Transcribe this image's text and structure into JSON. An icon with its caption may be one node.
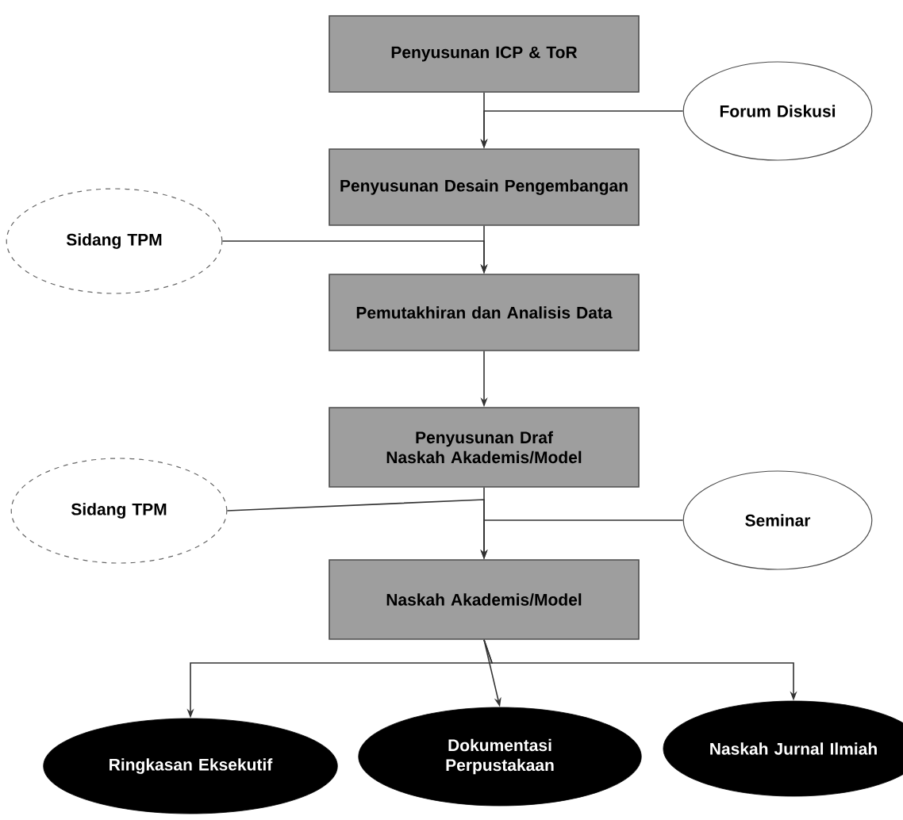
{
  "diagram": {
    "nodes": [
      {
        "text": [
          "Penyusunan ICP & ToR"
        ]
      },
      {
        "text": [
          "Forum Diskusi"
        ]
      },
      {
        "text": [
          "Penyusunan Desain Pengembangan"
        ]
      },
      {
        "text": [
          "Sidang TPM"
        ]
      },
      {
        "text": [
          "Pemutakhiran dan Analisis Data"
        ]
      },
      {
        "text": [
          "Penyusunan Draf Naskah Akademis/Model"
        ]
      },
      {
        "text": [
          "Sidang TPM"
        ]
      },
      {
        "text": [
          "Seminar"
        ]
      },
      {
        "text": [
          "Naskah Akademis/Model"
        ]
      },
      {
        "text": [
          "Ringkasan Eksekutif"
        ]
      },
      {
        "text": [
          "Dokumentasi Perpustakaan"
        ]
      },
      {
        "text": [
          "Naskah Jurnal Ilmiah"
        ]
      }
    ],
    "edges": [
      {
        "from": 0,
        "to": 2,
        "arrow": "to"
      },
      {
        "from": 1,
        "to": 2,
        "arrow": "to"
      },
      {
        "from": 2,
        "to": 4,
        "arrow": "to"
      },
      {
        "from": 3,
        "to": 4,
        "arrow": "to"
      },
      {
        "from": 4,
        "to": 5,
        "arrow": "to"
      },
      {
        "from": 5,
        "to": 8,
        "arrow": "to"
      },
      {
        "from": 6,
        "to": 8,
        "arrow": "to"
      },
      {
        "from": 7,
        "to": 8,
        "arrow": "to"
      },
      {
        "from": 8,
        "to": 9,
        "arrow": "to"
      },
      {
        "from": 8,
        "to": 10,
        "arrow": "to"
      },
      {
        "from": 8,
        "to": 11,
        "arrow": "to"
      }
    ]
  }
}
